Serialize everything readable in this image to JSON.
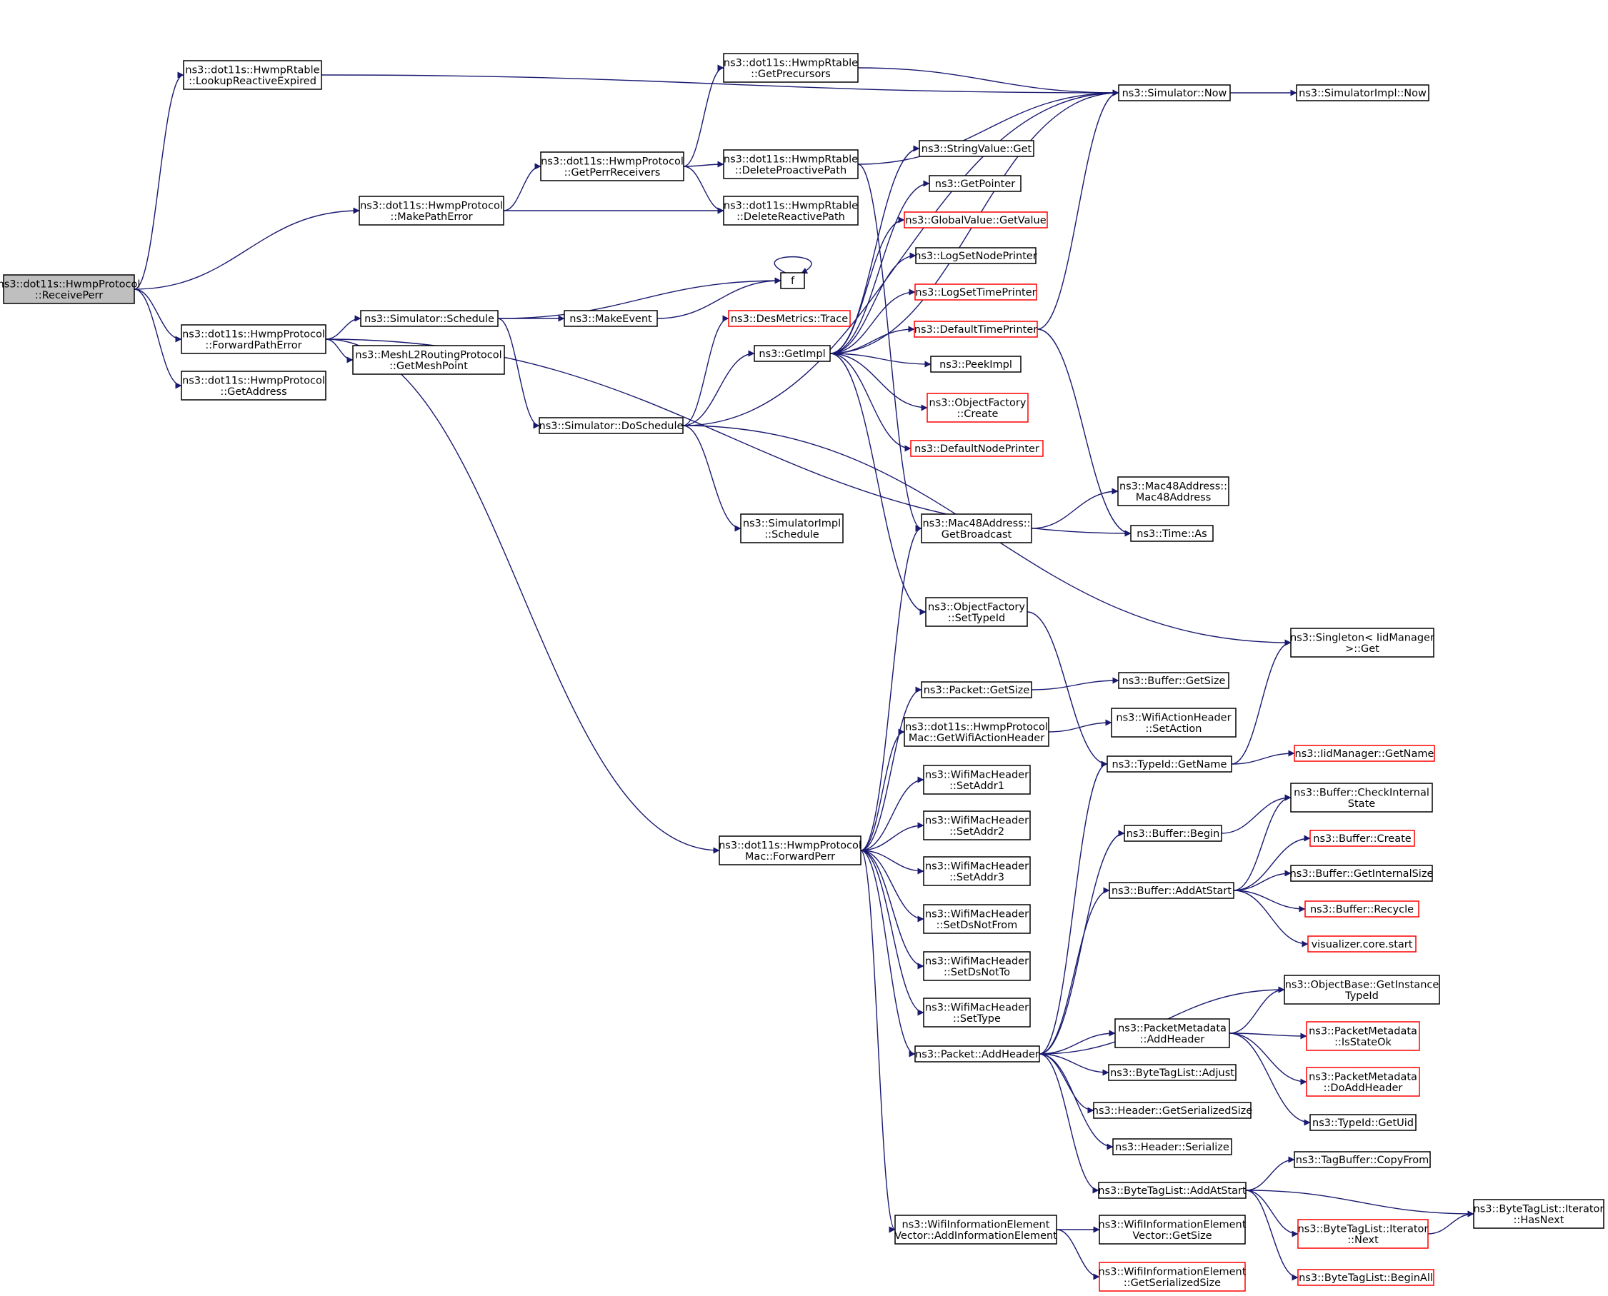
{
  "diagram": {
    "type": "call-graph",
    "colors": {
      "edge": "#191970",
      "node_border": "#000000",
      "node_border_red": "#ff0000",
      "root_fill": "#bfbfbf"
    },
    "nodes": [
      {
        "id": "n_receive",
        "lines": [
          "ns3::dot11s::HwmpProtocol",
          "::ReceivePerr"
        ],
        "style": "root"
      },
      {
        "id": "n_lookup",
        "lines": [
          "ns3::dot11s::HwmpRtable",
          "::LookupReactiveExpired"
        ]
      },
      {
        "id": "n_makepath",
        "lines": [
          "ns3::dot11s::HwmpProtocol",
          "::MakePathError"
        ]
      },
      {
        "id": "n_forwardpath",
        "lines": [
          "ns3::dot11s::HwmpProtocol",
          "::ForwardPathError"
        ]
      },
      {
        "id": "n_getaddress",
        "lines": [
          "ns3::dot11s::HwmpProtocol",
          "::GetAddress"
        ]
      },
      {
        "id": "n_getperrrecv",
        "lines": [
          "ns3::dot11s::HwmpProtocol",
          "::GetPerrReceivers"
        ]
      },
      {
        "id": "n_getprecursors",
        "lines": [
          "ns3::dot11s::HwmpRtable",
          "::GetPrecursors"
        ]
      },
      {
        "id": "n_delproactive",
        "lines": [
          "ns3::dot11s::HwmpRtable",
          "::DeleteProactivePath"
        ]
      },
      {
        "id": "n_delreactive",
        "lines": [
          "ns3::dot11s::HwmpRtable",
          "::DeleteReactivePath"
        ]
      },
      {
        "id": "n_simnow",
        "lines": [
          "ns3::Simulator::Now"
        ]
      },
      {
        "id": "n_simimplnow",
        "lines": [
          "ns3::SimulatorImpl::Now"
        ]
      },
      {
        "id": "n_f",
        "lines": [
          "f"
        ]
      },
      {
        "id": "n_schedule",
        "lines": [
          "ns3::Simulator::Schedule"
        ]
      },
      {
        "id": "n_makeevent",
        "lines": [
          "ns3::MakeEvent"
        ]
      },
      {
        "id": "n_meshpoint",
        "lines": [
          "ns3::MeshL2RoutingProtocol",
          "::GetMeshPoint"
        ]
      },
      {
        "id": "n_desmetrics",
        "lines": [
          "ns3::DesMetrics::Trace"
        ],
        "style": "red"
      },
      {
        "id": "n_getimpl",
        "lines": [
          "ns3::GetImpl"
        ]
      },
      {
        "id": "n_doschedule",
        "lines": [
          "ns3::Simulator::DoSchedule"
        ]
      },
      {
        "id": "n_simimplsched",
        "lines": [
          "ns3::SimulatorImpl",
          "::Schedule"
        ]
      },
      {
        "id": "n_strget",
        "lines": [
          "ns3::StringValue::Get"
        ]
      },
      {
        "id": "n_getpointer",
        "lines": [
          "ns3::GetPointer"
        ]
      },
      {
        "id": "n_globalget",
        "lines": [
          "ns3::GlobalValue::GetValue"
        ],
        "style": "red"
      },
      {
        "id": "n_lognode",
        "lines": [
          "ns3::LogSetNodePrinter"
        ]
      },
      {
        "id": "n_logtime",
        "lines": [
          "ns3::LogSetTimePrinter"
        ],
        "style": "red"
      },
      {
        "id": "n_deftime",
        "lines": [
          "ns3::DefaultTimePrinter"
        ],
        "style": "red"
      },
      {
        "id": "n_peekimpl",
        "lines": [
          "ns3::PeekImpl"
        ]
      },
      {
        "id": "n_objcreate",
        "lines": [
          "ns3::ObjectFactory",
          "::Create"
        ],
        "style": "red"
      },
      {
        "id": "n_defnode",
        "lines": [
          "ns3::DefaultNodePrinter"
        ],
        "style": "red"
      },
      {
        "id": "n_mac48ctor",
        "lines": [
          "ns3::Mac48Address::",
          "Mac48Address"
        ]
      },
      {
        "id": "n_mac48bc",
        "lines": [
          "ns3::Mac48Address::",
          "GetBroadcast"
        ]
      },
      {
        "id": "n_timeas",
        "lines": [
          "ns3::Time::As"
        ]
      },
      {
        "id": "n_objsettype",
        "lines": [
          "ns3::ObjectFactory",
          "::SetTypeId"
        ]
      },
      {
        "id": "n_singleton",
        "lines": [
          "ns3::Singleton< IidManager",
          ">::Get"
        ]
      },
      {
        "id": "n_pktgetsize",
        "lines": [
          "ns3::Packet::GetSize"
        ]
      },
      {
        "id": "n_bufgetsize",
        "lines": [
          "ns3::Buffer::GetSize"
        ]
      },
      {
        "id": "n_getwifiaction",
        "lines": [
          "ns3::dot11s::HwmpProtocol",
          "Mac::GetWifiActionHeader"
        ]
      },
      {
        "id": "n_setaction",
        "lines": [
          "ns3::WifiActionHeader",
          "::SetAction"
        ]
      },
      {
        "id": "n_typegetname",
        "lines": [
          "ns3::TypeId::GetName"
        ]
      },
      {
        "id": "n_iidgetname",
        "lines": [
          "ns3::IidManager::GetName"
        ],
        "style": "red"
      },
      {
        "id": "n_addr1",
        "lines": [
          "ns3::WifiMacHeader",
          "::SetAddr1"
        ]
      },
      {
        "id": "n_addr2",
        "lines": [
          "ns3::WifiMacHeader",
          "::SetAddr2"
        ]
      },
      {
        "id": "n_addr3",
        "lines": [
          "ns3::WifiMacHeader",
          "::SetAddr3"
        ]
      },
      {
        "id": "n_dsnotfrom",
        "lines": [
          "ns3::WifiMacHeader",
          "::SetDsNotFrom"
        ]
      },
      {
        "id": "n_dsnotto",
        "lines": [
          "ns3::WifiMacHeader",
          "::SetDsNotTo"
        ]
      },
      {
        "id": "n_settype",
        "lines": [
          "ns3::WifiMacHeader",
          "::SetType"
        ]
      },
      {
        "id": "n_forwardperr",
        "lines": [
          "ns3::dot11s::HwmpProtocol",
          "Mac::ForwardPerr"
        ]
      },
      {
        "id": "n_bufbegin",
        "lines": [
          "ns3::Buffer::Begin"
        ]
      },
      {
        "id": "n_bufcheck",
        "lines": [
          "ns3::Buffer::CheckInternal",
          "State"
        ]
      },
      {
        "id": "n_bufcreate",
        "lines": [
          "ns3::Buffer::Create"
        ],
        "style": "red"
      },
      {
        "id": "n_bufaddstart",
        "lines": [
          "ns3::Buffer::AddAtStart"
        ]
      },
      {
        "id": "n_bufinternal",
        "lines": [
          "ns3::Buffer::GetInternalSize"
        ]
      },
      {
        "id": "n_bufrecycle",
        "lines": [
          "ns3::Buffer::Recycle"
        ],
        "style": "red"
      },
      {
        "id": "n_vizstart",
        "lines": [
          "visualizer.core.start"
        ],
        "style": "red"
      },
      {
        "id": "n_getinstance",
        "lines": [
          "ns3::ObjectBase::GetInstance",
          "TypeId"
        ]
      },
      {
        "id": "n_pmaddheader",
        "lines": [
          "ns3::PacketMetadata",
          "::AddHeader"
        ]
      },
      {
        "id": "n_pmisstate",
        "lines": [
          "ns3::PacketMetadata",
          "::IsStateOk"
        ],
        "style": "red"
      },
      {
        "id": "n_pmdoadd",
        "lines": [
          "ns3::PacketMetadata",
          "::DoAddHeader"
        ],
        "style": "red"
      },
      {
        "id": "n_pktaddheader",
        "lines": [
          "ns3::Packet::AddHeader"
        ]
      },
      {
        "id": "n_btladjust",
        "lines": [
          "ns3::ByteTagList::Adjust"
        ]
      },
      {
        "id": "n_hdrgetsize",
        "lines": [
          "ns3::Header::GetSerializedSize"
        ]
      },
      {
        "id": "n_typegetuid",
        "lines": [
          "ns3::TypeId::GetUid"
        ]
      },
      {
        "id": "n_hdrserialize",
        "lines": [
          "ns3::Header::Serialize"
        ]
      },
      {
        "id": "n_tagcopy",
        "lines": [
          "ns3::TagBuffer::CopyFrom"
        ]
      },
      {
        "id": "n_btladdstart",
        "lines": [
          "ns3::ByteTagList::AddAtStart"
        ]
      },
      {
        "id": "n_btlhasnext",
        "lines": [
          "ns3::ByteTagList::Iterator",
          "::HasNext"
        ]
      },
      {
        "id": "n_btlnext",
        "lines": [
          "ns3::ByteTagList::Iterator",
          "::Next"
        ],
        "style": "red"
      },
      {
        "id": "n_btlbeginall",
        "lines": [
          "ns3::ByteTagList::BeginAll"
        ],
        "style": "red"
      },
      {
        "id": "n_addinfo",
        "lines": [
          "ns3::WifiInformationElement",
          "Vector::AddInformationElement"
        ]
      },
      {
        "id": "n_infogetsize",
        "lines": [
          "ns3::WifiInformationElement",
          "Vector::GetSize"
        ]
      },
      {
        "id": "n_infogetser",
        "lines": [
          "ns3::WifiInformationElement",
          "::GetSerializedSize"
        ],
        "style": "red"
      }
    ],
    "edges": [
      [
        "n_receive",
        "n_lookup"
      ],
      [
        "n_receive",
        "n_makepath"
      ],
      [
        "n_receive",
        "n_forwardpath"
      ],
      [
        "n_receive",
        "n_getaddress"
      ],
      [
        "n_lookup",
        "n_simnow"
      ],
      [
        "n_makepath",
        "n_getperrrecv"
      ],
      [
        "n_makepath",
        "n_delreactive"
      ],
      [
        "n_getperrrecv",
        "n_getprecursors"
      ],
      [
        "n_getperrrecv",
        "n_delproactive"
      ],
      [
        "n_getperrrecv",
        "n_delreactive"
      ],
      [
        "n_getprecursors",
        "n_simnow"
      ],
      [
        "n_delproactive",
        "n_simnow"
      ],
      [
        "n_delproactive",
        "n_mac48bc"
      ],
      [
        "n_simnow",
        "n_simimplnow"
      ],
      [
        "n_forwardpath",
        "n_schedule"
      ],
      [
        "n_forwardpath",
        "n_meshpoint"
      ],
      [
        "n_forwardpath",
        "n_forwardperr"
      ],
      [
        "n_forwardpath",
        "n_timeas"
      ],
      [
        "n_schedule",
        "n_f"
      ],
      [
        "n_schedule",
        "n_makeevent"
      ],
      [
        "n_schedule",
        "n_doschedule"
      ],
      [
        "n_f",
        "n_f"
      ],
      [
        "n_makeevent",
        "n_f"
      ],
      [
        "n_doschedule",
        "n_desmetrics"
      ],
      [
        "n_doschedule",
        "n_getimpl"
      ],
      [
        "n_doschedule",
        "n_simimplsched"
      ],
      [
        "n_doschedule",
        "n_simnow"
      ],
      [
        "n_doschedule",
        "n_singleton"
      ],
      [
        "n_getimpl",
        "n_simnow"
      ],
      [
        "n_getimpl",
        "n_strget"
      ],
      [
        "n_getimpl",
        "n_getpointer"
      ],
      [
        "n_getimpl",
        "n_globalget"
      ],
      [
        "n_getimpl",
        "n_lognode"
      ],
      [
        "n_getimpl",
        "n_logtime"
      ],
      [
        "n_getimpl",
        "n_deftime"
      ],
      [
        "n_getimpl",
        "n_peekimpl"
      ],
      [
        "n_getimpl",
        "n_objcreate"
      ],
      [
        "n_getimpl",
        "n_defnode"
      ],
      [
        "n_getimpl",
        "n_objsettype"
      ],
      [
        "n_deftime",
        "n_simnow"
      ],
      [
        "n_deftime",
        "n_timeas"
      ],
      [
        "n_mac48bc",
        "n_mac48ctor"
      ],
      [
        "n_objsettype",
        "n_typegetname"
      ],
      [
        "n_forwardperr",
        "n_mac48bc"
      ],
      [
        "n_forwardperr",
        "n_pktgetsize"
      ],
      [
        "n_forwardperr",
        "n_getwifiaction"
      ],
      [
        "n_forwardperr",
        "n_addr1"
      ],
      [
        "n_forwardperr",
        "n_addr2"
      ],
      [
        "n_forwardperr",
        "n_addr3"
      ],
      [
        "n_forwardperr",
        "n_dsnotfrom"
      ],
      [
        "n_forwardperr",
        "n_dsnotto"
      ],
      [
        "n_forwardperr",
        "n_settype"
      ],
      [
        "n_forwardperr",
        "n_pktaddheader"
      ],
      [
        "n_forwardperr",
        "n_addinfo"
      ],
      [
        "n_pktgetsize",
        "n_bufgetsize"
      ],
      [
        "n_getwifiaction",
        "n_setaction"
      ],
      [
        "n_typegetname",
        "n_singleton"
      ],
      [
        "n_typegetname",
        "n_iidgetname"
      ],
      [
        "n_bufbegin",
        "n_bufcheck"
      ],
      [
        "n_bufaddstart",
        "n_bufcheck"
      ],
      [
        "n_bufaddstart",
        "n_bufcreate"
      ],
      [
        "n_bufaddstart",
        "n_bufinternal"
      ],
      [
        "n_bufaddstart",
        "n_bufrecycle"
      ],
      [
        "n_bufaddstart",
        "n_vizstart"
      ],
      [
        "n_pktaddheader",
        "n_typegetname"
      ],
      [
        "n_pktaddheader",
        "n_bufbegin"
      ],
      [
        "n_pktaddheader",
        "n_bufaddstart"
      ],
      [
        "n_pktaddheader",
        "n_getinstance"
      ],
      [
        "n_pktaddheader",
        "n_pmaddheader"
      ],
      [
        "n_pktaddheader",
        "n_btladjust"
      ],
      [
        "n_pktaddheader",
        "n_hdrgetsize"
      ],
      [
        "n_pktaddheader",
        "n_hdrserialize"
      ],
      [
        "n_pktaddheader",
        "n_btladdstart"
      ],
      [
        "n_pmaddheader",
        "n_getinstance"
      ],
      [
        "n_pmaddheader",
        "n_pmisstate"
      ],
      [
        "n_pmaddheader",
        "n_pmdoadd"
      ],
      [
        "n_pmaddheader",
        "n_typegetuid"
      ],
      [
        "n_btladdstart",
        "n_tagcopy"
      ],
      [
        "n_btladdstart",
        "n_btlhasnext"
      ],
      [
        "n_btladdstart",
        "n_btlnext"
      ],
      [
        "n_btladdstart",
        "n_btlbeginall"
      ],
      [
        "n_btlnext",
        "n_btlhasnext"
      ],
      [
        "n_addinfo",
        "n_infogetsize"
      ],
      [
        "n_addinfo",
        "n_infogetser"
      ]
    ]
  }
}
